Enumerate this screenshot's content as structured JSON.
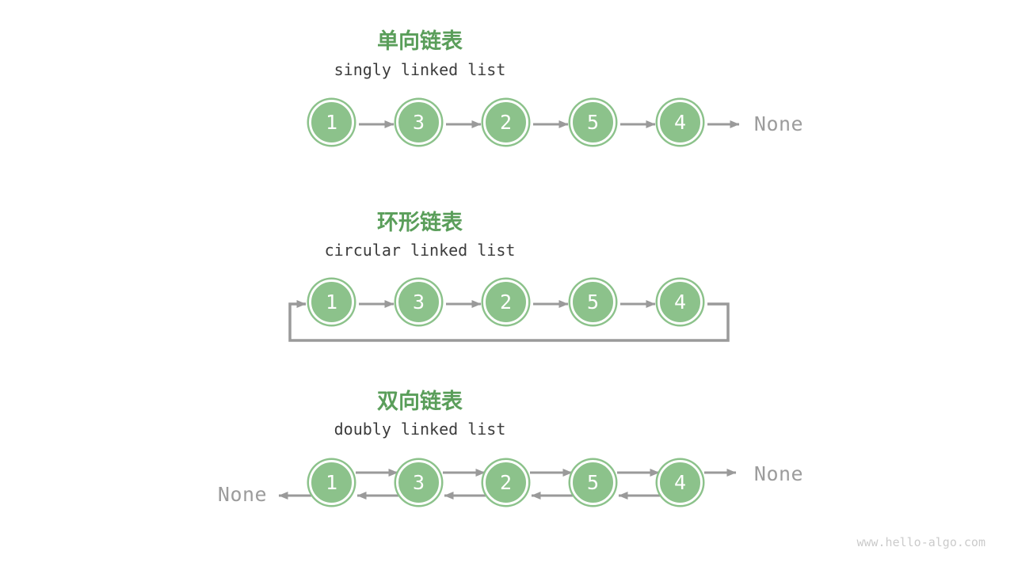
{
  "colors": {
    "node_green": "#8CC28B",
    "title_green": "#5A9E5A",
    "arrow_gray": "#9A9A9A",
    "subtitle_dark": "#3C3C3C",
    "none_gray": "#9C9C9C",
    "footer_gray": "#CBCBCB"
  },
  "sections": [
    {
      "title": "单向链表",
      "subtitle": "singly linked list",
      "nodes": [
        "1",
        "3",
        "2",
        "5",
        "4"
      ],
      "tail_label": "None"
    },
    {
      "title": "环形链表",
      "subtitle": "circular linked list",
      "nodes": [
        "1",
        "3",
        "2",
        "5",
        "4"
      ]
    },
    {
      "title": "双向链表",
      "subtitle": "doubly linked list",
      "nodes": [
        "1",
        "3",
        "2",
        "5",
        "4"
      ],
      "head_label": "None",
      "tail_label": "None"
    }
  ],
  "footer": {
    "url": "www.hello-algo.com"
  }
}
